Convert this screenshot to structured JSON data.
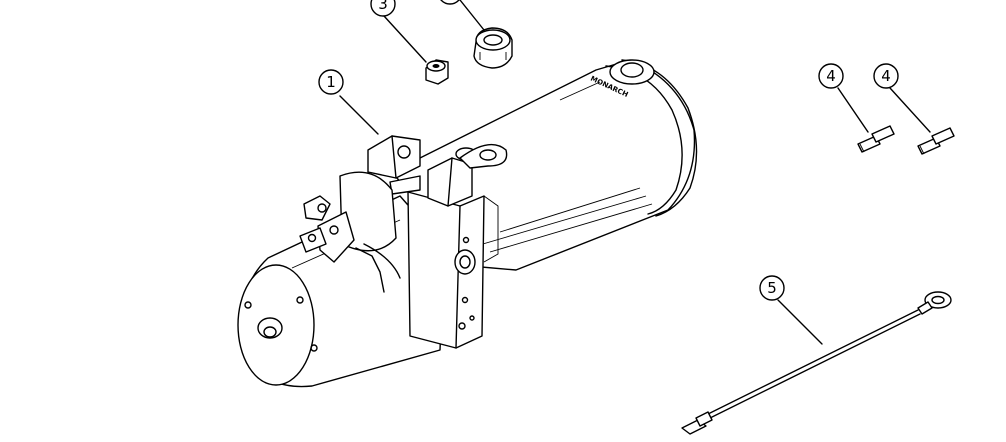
{
  "callouts": [
    {
      "id": "callout-1",
      "number": "1"
    },
    {
      "id": "callout-2",
      "number": ""
    },
    {
      "id": "callout-3",
      "number": "3"
    },
    {
      "id": "callout-4a",
      "number": "4"
    },
    {
      "id": "callout-4b",
      "number": "4"
    },
    {
      "id": "callout-5",
      "number": "5"
    }
  ],
  "parts": {
    "reservoir_brand": "MONARCH"
  }
}
